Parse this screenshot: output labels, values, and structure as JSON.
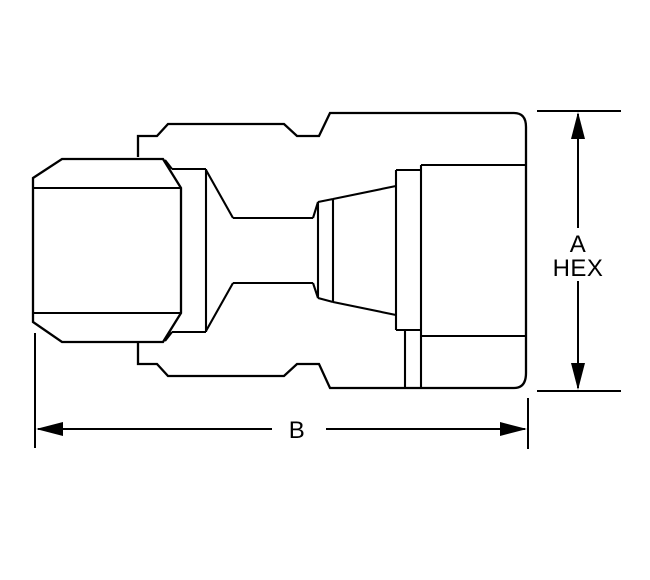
{
  "drawing": {
    "type": "technical-line-drawing",
    "subject": "tube fitting female connector, side section view with dimension callouts",
    "stroke_color": "#000000",
    "background_color": "#ffffff",
    "labels": {
      "dim_a_line1": "A",
      "dim_a_line2": "HEX",
      "dim_b": "B"
    }
  }
}
